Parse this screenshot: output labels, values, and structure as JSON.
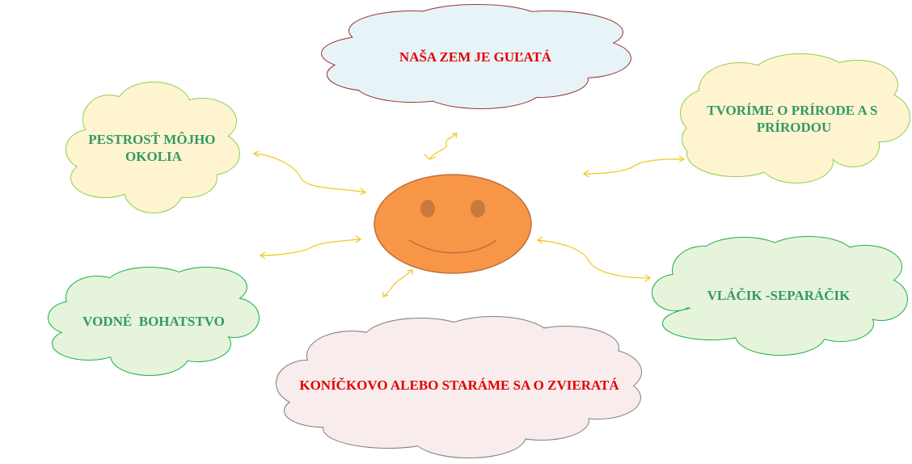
{
  "center": {
    "fill": "#f79646",
    "stroke": "#c0703a",
    "eye_fill": "#c77a3c"
  },
  "arrow_color": "#f5c518",
  "clouds": [
    {
      "id": "top",
      "lines": [
        "NAŠA ZEM JE GUĽATÁ"
      ],
      "fill": "#e8f3f8",
      "stroke": "#953735",
      "text_color": "#e00000"
    },
    {
      "id": "top-left",
      "lines": [
        "PESTROSŤ MÔJHO",
        "OKOLIA"
      ],
      "fill": "#fff4d0",
      "stroke": "#92d050",
      "text_color": "#339966"
    },
    {
      "id": "top-right",
      "lines": [
        "TVORÍME O PRÍRODE A S",
        "PRÍRODOU"
      ],
      "fill": "#fff4d0",
      "stroke": "#92d050",
      "text_color": "#339966"
    },
    {
      "id": "bottom-left",
      "lines": [
        "VODNÉ  BOHATSTVO"
      ],
      "fill": "#e6f4dc",
      "stroke": "#22b14c",
      "text_color": "#339966"
    },
    {
      "id": "bottom-right",
      "lines": [
        "VLÁČIK -SEPARÁČIK"
      ],
      "fill": "#e6f4dc",
      "stroke": "#22b14c",
      "text_color": "#339966"
    },
    {
      "id": "bottom",
      "lines": [
        "KONÍČKOVO ALEBO STARÁME SA O ZVIERATÁ"
      ],
      "fill": "#f9ecec",
      "stroke": "#808080",
      "text_color": "#e00000"
    }
  ]
}
